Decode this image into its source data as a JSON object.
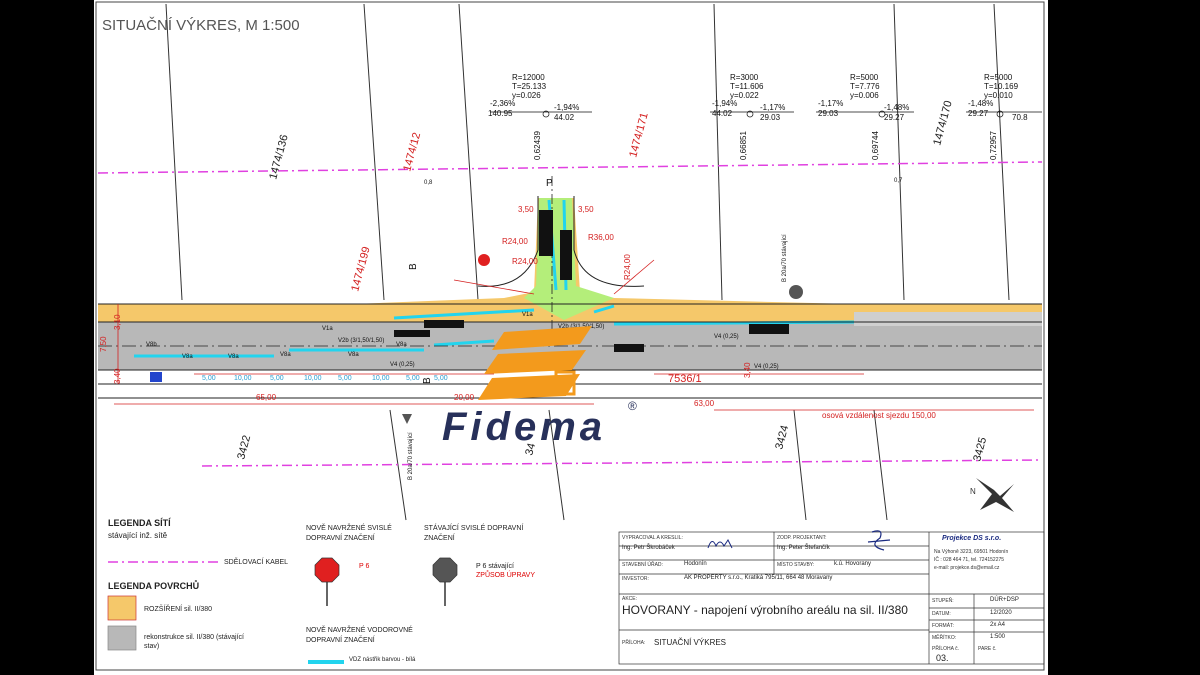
{
  "drawing": {
    "title": "SITUAČNÍ VÝKRES, M 1:500",
    "curves": [
      {
        "r": "R=12000",
        "t": "T=25.133",
        "y": "y=0.026",
        "s1": "-2,36%",
        "s2": "-1,94%",
        "l1": "140.95",
        "l2": "44.02",
        "sta": "0,62439"
      },
      {
        "r": "R=3000",
        "t": "T=11.606",
        "y": "y=0.022",
        "s1": "-1,94%",
        "s2": "-1,17%",
        "l1": "44.02",
        "l2": "29.03",
        "sta": "0,66851"
      },
      {
        "r": "R=5000",
        "t": "T=7.776",
        "y": "y=0.006",
        "s1": "-1,17%",
        "s2": "-1,48%",
        "l1": "29.03",
        "l2": "29.27",
        "sta": "0,69744"
      },
      {
        "r": "R=5000",
        "t": "T=10.169",
        "y": "y=0.010",
        "s1": "-1,48%",
        "s2": "",
        "l1": "29.27",
        "l2": "70.8",
        "sta": "0,72957"
      }
    ],
    "parcels": [
      "1474/136",
      "1474/12",
      "1474/171",
      "1474/170",
      "1474/199",
      "7536/1",
      "3422",
      "3424",
      "3425",
      "34"
    ],
    "radii": [
      "R24,00",
      "R36,00",
      "R24,00",
      "R24,00"
    ],
    "widths": [
      "3,50",
      "3,50"
    ],
    "dims": [
      "65,00",
      "20,00",
      "63,00",
      "5,00",
      "10,00",
      "5,00",
      "10,00",
      "5,00",
      "10,00",
      "5,00",
      "5,00"
    ],
    "lane_marks": [
      "V8b",
      "V8a",
      "V8a",
      "V8a",
      "V8a",
      "V2b (3/1,50/1,50)",
      "V8a",
      "V4 (0,25)",
      "V4 (0,25)",
      "V1a",
      "V1a",
      "V2b (3/1,50/1,50)",
      "V4 (0,25)"
    ],
    "side_dims": [
      "3,10",
      "7,50",
      "3,40",
      "3,40"
    ],
    "sign_note_left": "B 20a/70 stávající",
    "sign_note_right": "B 20a/70 stávající",
    "distance_note": "osová vzdálenost sjezdu 150,00",
    "p": "P",
    "b1": "B",
    "b2": "B",
    "small": [
      "0,8",
      "0,7"
    ],
    "logo": "Fidema",
    "logo_mark": "®",
    "north": "N"
  },
  "legend": {
    "net_title": "LEGENDA SÍTÍ",
    "net_sub": "stávající inž. sítě",
    "cable": "SDĚLOVACÍ KABEL",
    "surf_title": "LEGENDA POVRCHŮ",
    "widen": "ROZŠÍŘENÍ sil. II/380",
    "recon": "rekonstrukce sil. II/380 (stávající stav)",
    "new_vert": "NOVĚ NAVRŽENÉ SVISLÉ DOPRAVNÍ ZNAČENÍ",
    "exist_vert": "STÁVAJÍCÍ SVISLÉ DOPRAVNÍ ZNAČENÍ",
    "p6_new": "P 6",
    "p6_exist": "P 6 stávající",
    "p6_method": "ZPŮSOB ÚPRAVY",
    "new_horiz": "NOVĚ NAVRŽENÉ VODOROVNÉ DOPRAVNÍ ZNAČENÍ",
    "vdz": "VDZ nástřik barvou - bílá"
  },
  "title_block": {
    "prepared_label": "VYPRACOVAL A KRESLIL:",
    "prepared_value": "Ing. Petr Škrobáček",
    "resp_label": "ZODP. PROJEKTANT:",
    "resp_value": "Ing. Peter Štefančík",
    "site_label": "STAVEBNÍ ÚŘAD:",
    "site_value": "Hodonín",
    "place_label": "MÍSTO STAVBY:",
    "place_value": "k.ú. Hovorany",
    "investor_label": "INVESTOR:",
    "investor_value": "AK PROPERTY s.r.o., Kratiká 795/11, 664 48 Moravany",
    "akce_label": "AKCE:",
    "project": "HOVORANY - napojení výrobního areálu na sil. II/380",
    "priloha_label": "PŘÍLOHA:",
    "priloha_value": "SITUAČNÍ VÝKRES",
    "company": "Projekce DS s.r.o.",
    "addr1": "Na Výhoně 3223, 69501 Hodonín",
    "addr2": "IČ : 028 464 71, tel. 724152275",
    "addr3": "e-mail: projekce.ds@email.cz",
    "stupen_label": "STUPEŇ:",
    "stupen_value": "DÚR+DSP",
    "datum_label": "DATUM:",
    "datum_value": "12/2020",
    "format_label": "FORMÁT:",
    "format_value": "2x A4",
    "meritko_label": "MĚŘÍTKO:",
    "meritko_value": "1:500",
    "priloha_c_label": "PŘÍLOHA č.",
    "priloha_c_value": "03.",
    "pare_label": "PARE č."
  },
  "colors": {
    "cable": "#e040e0",
    "widening": "#f5c86a",
    "asphalt": "#b8b8b8",
    "vdz": "#22d4ee",
    "dim_red": "#d42020",
    "logo_orange": "#f39a1c",
    "logo_navy": "#27305a",
    "sign_red": "#e02020",
    "sign_gray": "#555555"
  }
}
